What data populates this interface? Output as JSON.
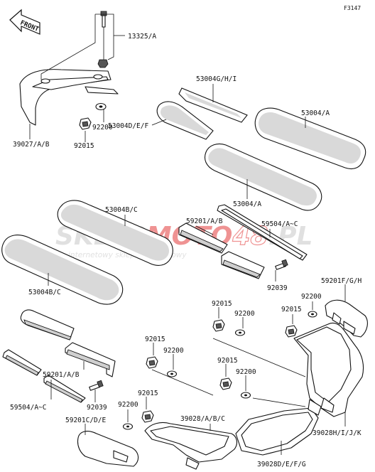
{
  "figure_code": "F3147",
  "front_label": "FRONT",
  "watermark": {
    "brand_part1": "SKLEP",
    "brand_part2": "MOTO",
    "brand_part3": "48",
    "brand_part4": ".PL",
    "tagline": "internetowy sklep motocyklowy",
    "colors": {
      "grey": "#c8c8c8",
      "red": "#e23b3b"
    }
  },
  "labels": {
    "p13325": "13325/A",
    "p39027": "39027/A/B",
    "p92200_a": "92200",
    "p92015_a": "92015",
    "p53004ghi": "53004G/H/I",
    "p53004def": "53004D/E/F",
    "p53004a_1": "53004/A",
    "p53004a_2": "53004/A",
    "p53004bc_1": "53004B/C",
    "p53004bc_2": "53004B/C",
    "p59201ab_1": "59201/A/B",
    "p59504_1": "59504/A~C",
    "p92039_1": "92039",
    "p59201fgh": "59201F/G/H",
    "p92200_b": "92200",
    "p92015_b": "92015",
    "p92015_c": "92015",
    "p92200_c": "92200",
    "p39028hijk": "39028H/I/J/K",
    "p92015_d": "92015",
    "p92200_d": "92200",
    "p92015_e": "92015",
    "p92200_e": "92200",
    "p59201ab_2": "59201/A/B",
    "p59504_2": "59504/A~C",
    "p92039_2": "92039",
    "p92015_f": "92015",
    "p92200_f": "92200",
    "p59201cde": "59201C/D/E",
    "p39028abc": "39028/A/B/C",
    "p39028defg": "39028D/E/F/G"
  }
}
